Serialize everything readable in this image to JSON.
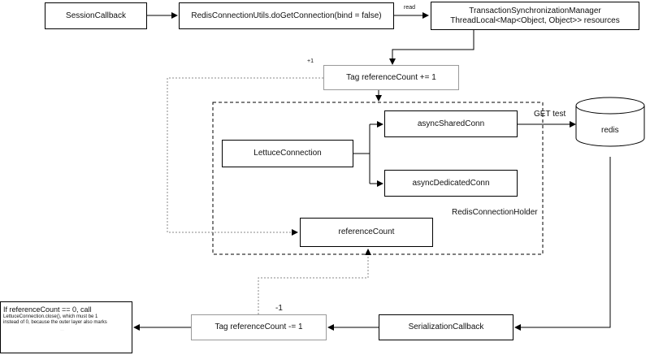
{
  "nodes": {
    "session_callback": "SessionCallback",
    "get_connection": "RedisConnectionUtils.doGetConnection(bind = false)",
    "tx_manager_line1": "TransactionSynchronizationManager",
    "tx_manager_line2": "ThreadLocal<Map<Object, Object>> resources",
    "tag_increment": "Tag referenceCount += 1",
    "lettuce_connection": "LettuceConnection",
    "async_shared_conn": "asyncSharedConn",
    "async_dedicated_conn": "asyncDedicatedConn",
    "reference_count": "referenceCount",
    "redis": "redis",
    "serialization_callback": "SerializationCallback",
    "tag_decrement": "Tag referenceCount -= 1",
    "note_line1": "If referenceCount == 0, call",
    "note_line2": "LettuceConnection.close(), which must be 1",
    "note_line3": "instead of 0, because the outer layer also marks",
    "note_line4": "......"
  },
  "labels": {
    "read": "read",
    "plus_one": "+1",
    "get_test": "GET test",
    "holder": "RedisConnectionHolder",
    "minus_one": "-1"
  },
  "colors": {
    "line": "#000000",
    "dotted": "#888888"
  }
}
